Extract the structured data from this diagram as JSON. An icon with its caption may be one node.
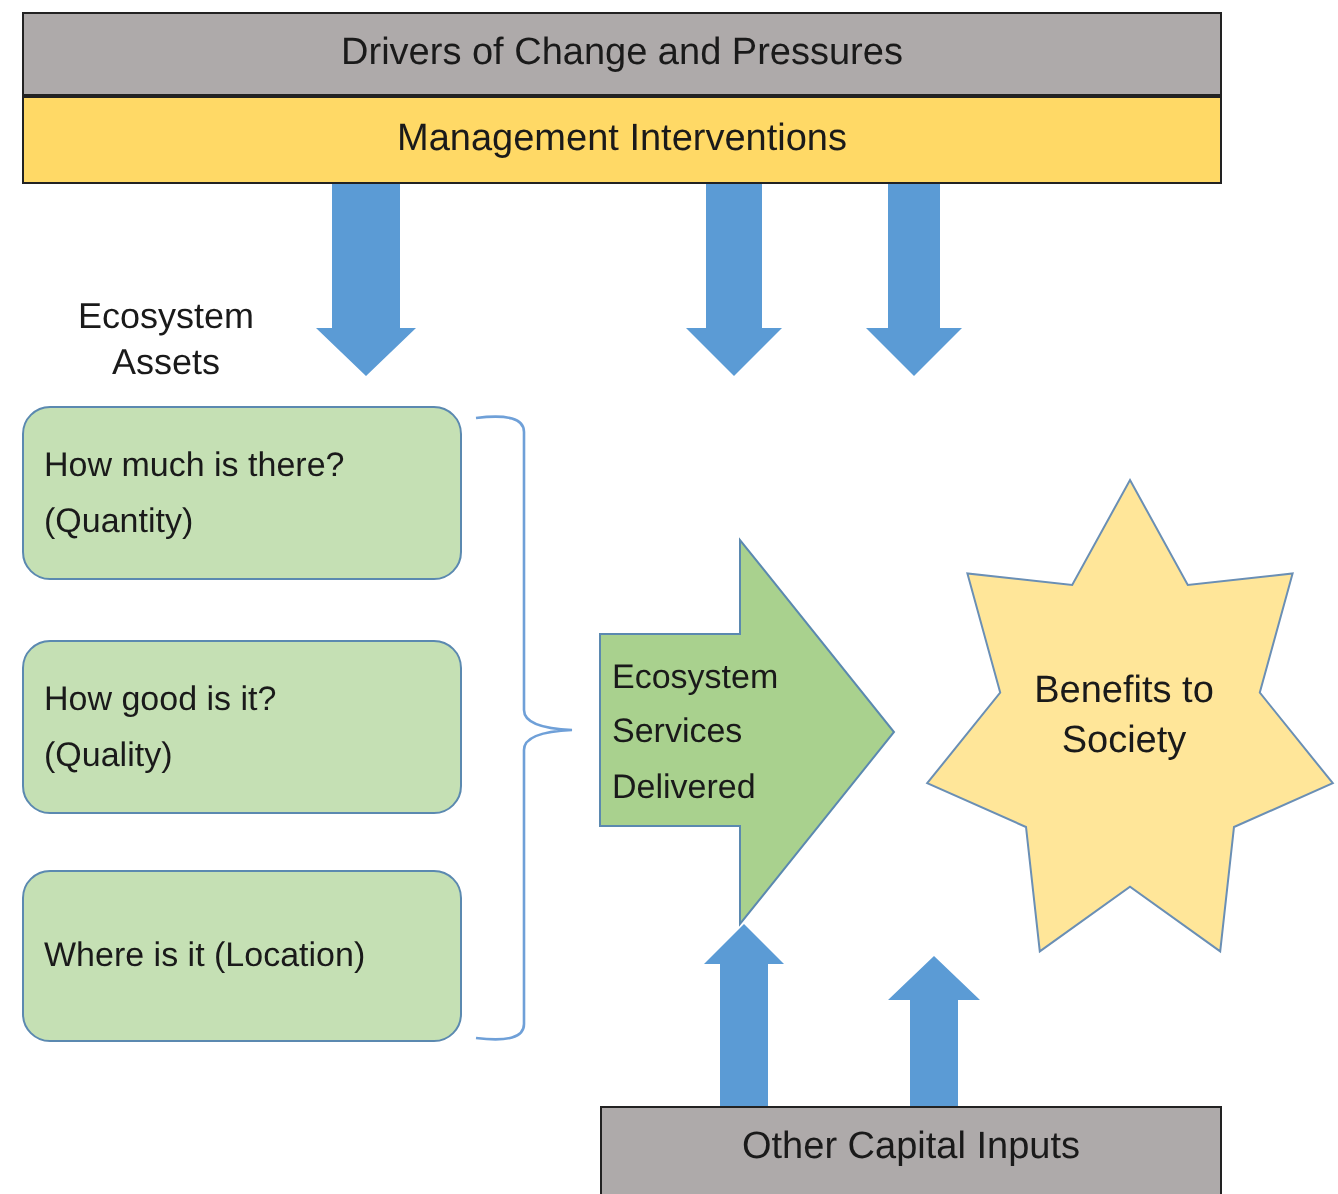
{
  "diagram": {
    "nodes": [
      {
        "text": [
          "Drivers of Change and Pressures"
        ]
      },
      {
        "text": [
          "Management Interventions"
        ]
      },
      {
        "text": [
          "Ecosystem Assets"
        ]
      },
      {
        "text": [
          "How much is there? (Quantity)"
        ]
      },
      {
        "text": [
          "How good is it? (Quality)"
        ]
      },
      {
        "text": [
          "Where is it (Location)"
        ]
      },
      {
        "text": [
          "Ecosystem Services Delivered"
        ]
      },
      {
        "text": [
          "Benefits to Society"
        ]
      },
      {
        "text": [
          "Other Capital Inputs"
        ]
      }
    ],
    "edges": [
      {
        "from": 1,
        "to": null,
        "arrow": "to"
      },
      {
        "from": 1,
        "to": null,
        "arrow": "to"
      },
      {
        "from": 1,
        "to": null,
        "arrow": "to"
      },
      {
        "from": 8,
        "to": 6,
        "arrow": "to"
      },
      {
        "from": 8,
        "to": null,
        "arrow": "to"
      }
    ]
  }
}
